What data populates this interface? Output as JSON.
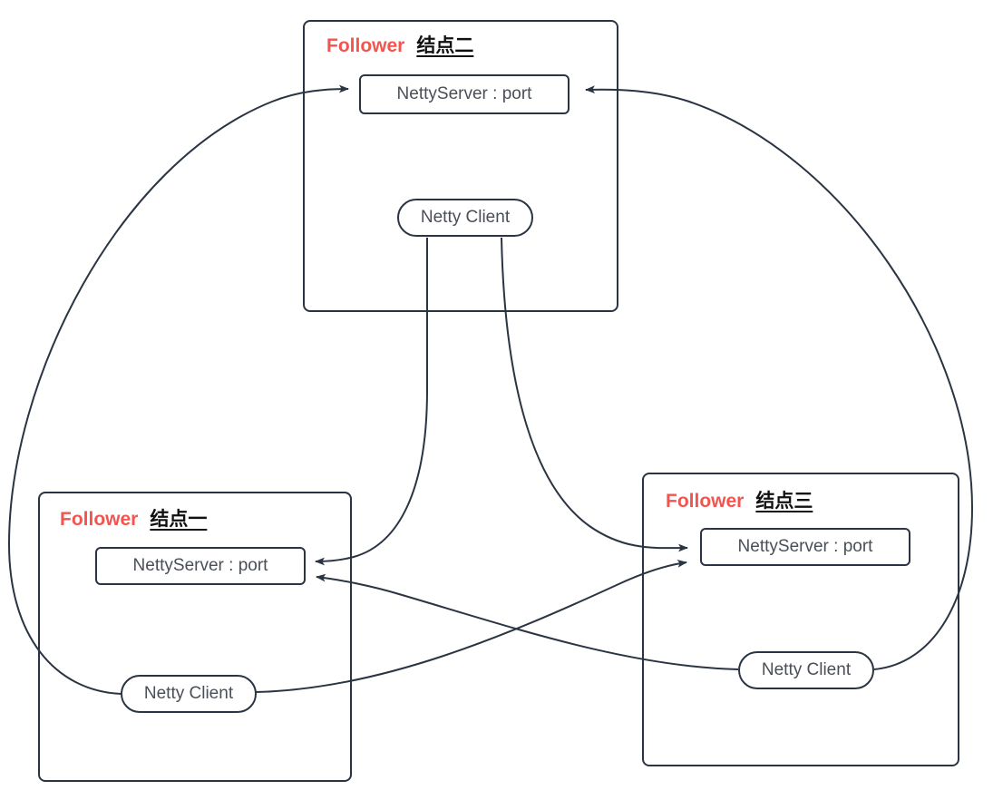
{
  "diagram": {
    "title": "Netty cluster node topology",
    "colors": {
      "role_label": "#f2554f",
      "node_name": "#111111",
      "box_border": "#2a3442",
      "edge_stroke": "#2a3442",
      "background": "#ffffff",
      "inner_text": "#4a4f57"
    },
    "nodes": [
      {
        "id": "node-one",
        "role_label": "Follower",
        "name": "结点一",
        "server_label": "NettyServer : port",
        "client_label": "Netty Client"
      },
      {
        "id": "node-two",
        "role_label": "Follower",
        "name": "结点二",
        "server_label": "NettyServer : port",
        "client_label": "Netty Client"
      },
      {
        "id": "node-three",
        "role_label": "Follower",
        "name": "结点三",
        "server_label": "NettyServer : port",
        "client_label": "Netty Client"
      }
    ],
    "connections": [
      {
        "from": "node-one-client",
        "to": "node-two-server",
        "direction": "to"
      },
      {
        "from": "node-three-client",
        "to": "node-two-server",
        "direction": "to"
      },
      {
        "from": "node-two-client",
        "to": "node-one-server",
        "direction": "to"
      },
      {
        "from": "node-two-client",
        "to": "node-three-server",
        "direction": "to"
      },
      {
        "from": "node-one-client",
        "to": "node-three-server",
        "direction": "to"
      },
      {
        "from": "node-three-client",
        "to": "node-one-server",
        "direction": "to"
      }
    ]
  }
}
